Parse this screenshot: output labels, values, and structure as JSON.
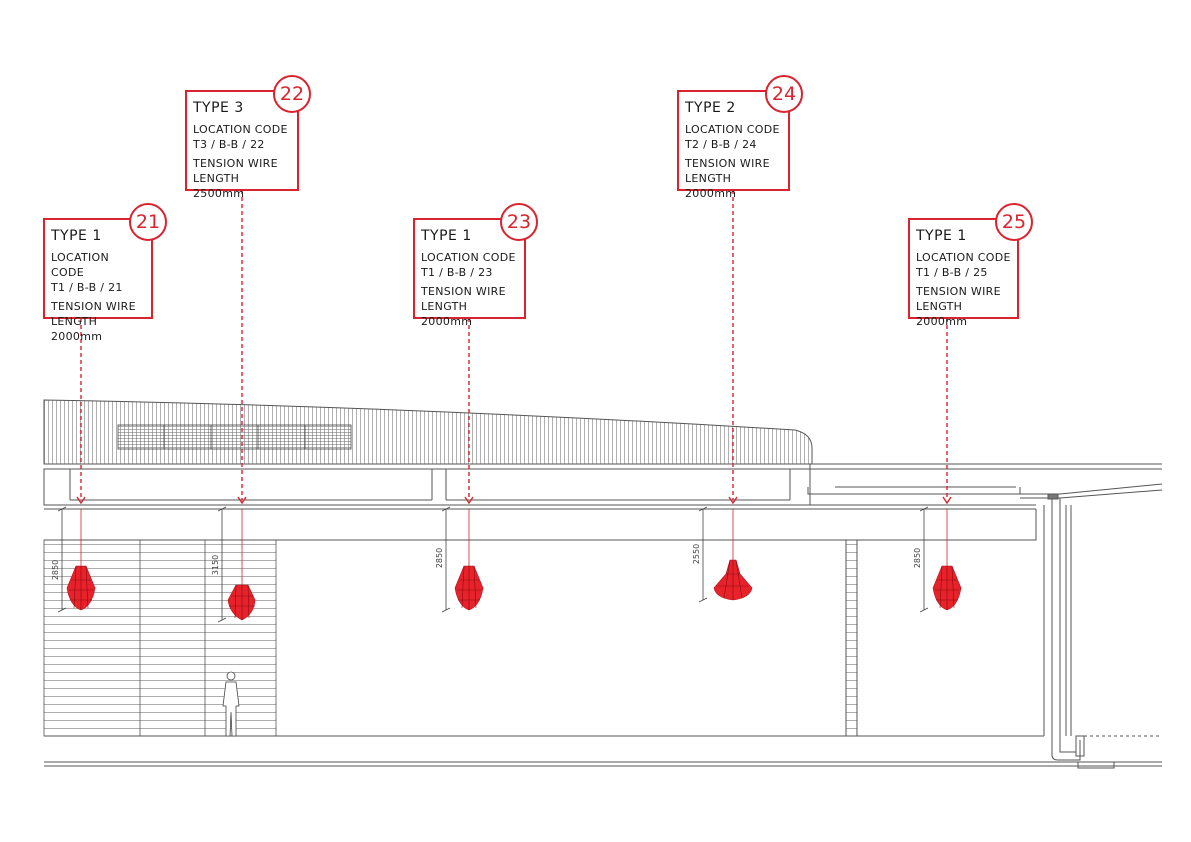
{
  "colors": {
    "accent": "#d9232e",
    "line": "#333333"
  },
  "tags": [
    {
      "number": "21",
      "type": "TYPE 1",
      "location_label": "LOCATION CODE",
      "location_code": "T1 / B-B / 21",
      "wire_label": "TENSION WIRE",
      "wire_length": "LENGTH 2000mm"
    },
    {
      "number": "22",
      "type": "TYPE 3",
      "location_label": "LOCATION CODE",
      "location_code": "T3 / B-B / 22",
      "wire_label": "TENSION WIRE",
      "wire_length": "LENGTH 2500mm"
    },
    {
      "number": "23",
      "type": "TYPE 1",
      "location_label": "LOCATION CODE",
      "location_code": "T1 / B-B / 23",
      "wire_label": "TENSION WIRE",
      "wire_length": "LENGTH 2000mm"
    },
    {
      "number": "24",
      "type": "TYPE 2",
      "location_label": "LOCATION CODE",
      "location_code": "T2 / B-B / 24",
      "wire_label": "TENSION WIRE",
      "wire_length": "LENGTH 2000mm"
    },
    {
      "number": "25",
      "type": "TYPE 1",
      "location_label": "LOCATION CODE",
      "location_code": "T1 / B-B / 25",
      "wire_label": "TENSION WIRE",
      "wire_length": "LENGTH 2000mm"
    }
  ],
  "dimensions": [
    "2850",
    "3150",
    "2850",
    "2550",
    "2850"
  ]
}
